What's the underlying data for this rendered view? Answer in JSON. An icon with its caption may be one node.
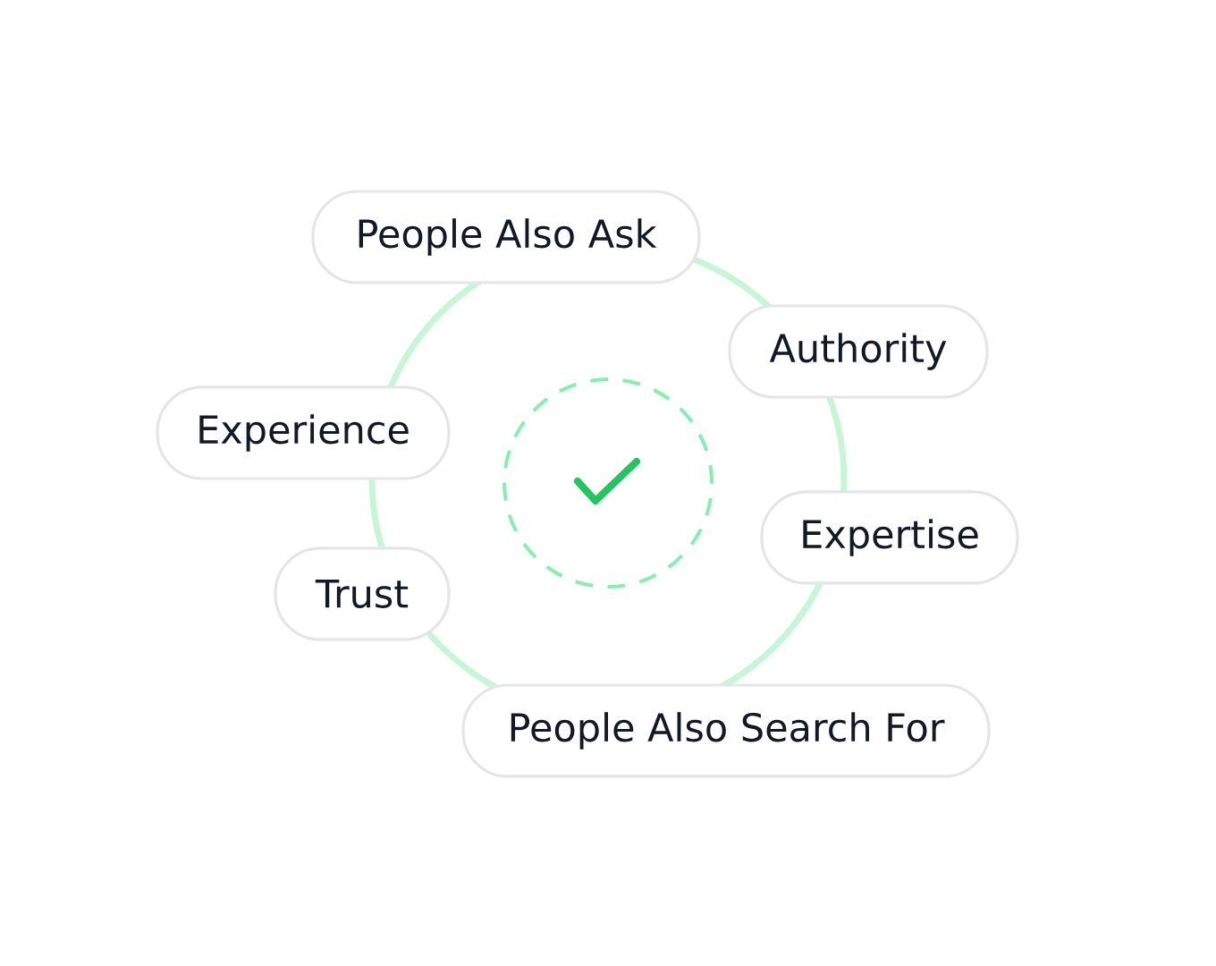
{
  "diagram": {
    "nodes": [
      {
        "text": [
          "People Also Ask"
        ]
      },
      {
        "text": [
          "Authority"
        ]
      },
      {
        "text": [
          "Experience"
        ]
      },
      {
        "text": [
          "Expertise"
        ]
      },
      {
        "text": [
          "Trust"
        ]
      },
      {
        "text": [
          "People Also Search For"
        ]
      }
    ]
  }
}
